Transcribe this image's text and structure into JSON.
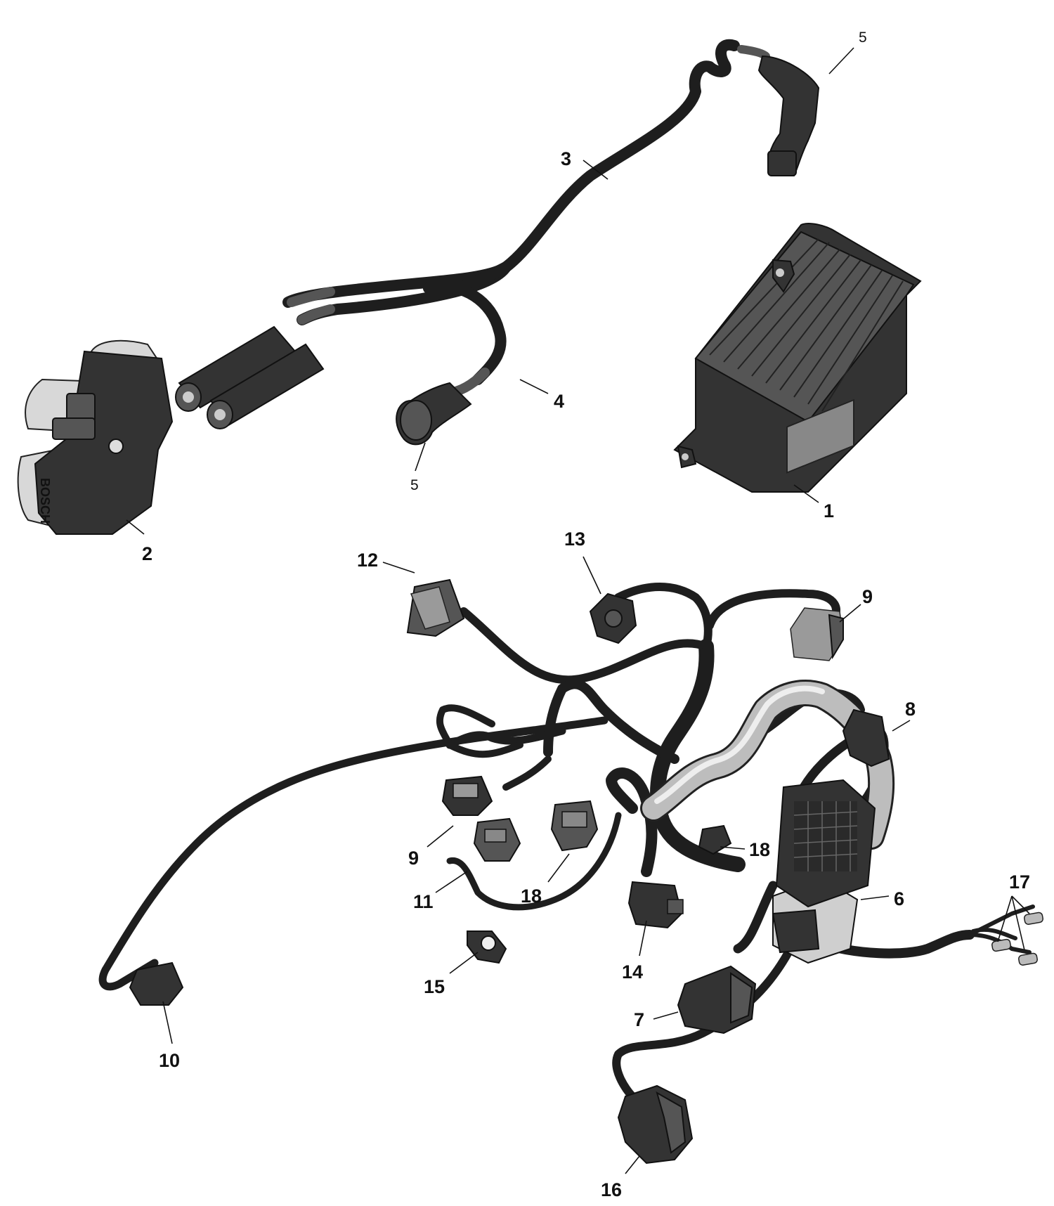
{
  "callouts": [
    {
      "id": "c1",
      "text": "1"
    },
    {
      "id": "c2",
      "text": "2"
    },
    {
      "id": "c3",
      "text": "3"
    },
    {
      "id": "c4",
      "text": "4"
    },
    {
      "id": "c5a",
      "text": "5"
    },
    {
      "id": "c5b",
      "text": "5"
    },
    {
      "id": "c6",
      "text": "6"
    },
    {
      "id": "c7",
      "text": "7"
    },
    {
      "id": "c8",
      "text": "8"
    },
    {
      "id": "c9a",
      "text": "9"
    },
    {
      "id": "c9b",
      "text": "9"
    },
    {
      "id": "c10",
      "text": "10"
    },
    {
      "id": "c11",
      "text": "11"
    },
    {
      "id": "c12",
      "text": "12"
    },
    {
      "id": "c13",
      "text": "13"
    },
    {
      "id": "c14",
      "text": "14"
    },
    {
      "id": "c15",
      "text": "15"
    },
    {
      "id": "c16",
      "text": "16"
    },
    {
      "id": "c17",
      "text": "17"
    },
    {
      "id": "c18a",
      "text": "18"
    },
    {
      "id": "c18b",
      "text": "18"
    }
  ],
  "ignition_coil_brand": "BOSCH"
}
